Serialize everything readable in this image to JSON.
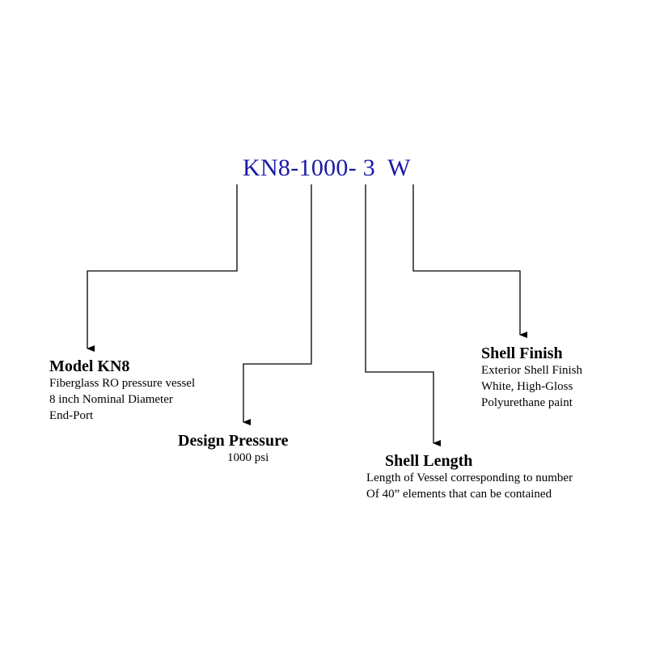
{
  "model_code": {
    "text": "KN8-1000- 3  W",
    "color": "#1a1aa6"
  },
  "callouts": [
    {
      "title": "Model KN8",
      "lines": [
        "Fiberglass RO pressure vessel",
        "8 inch Nominal Diameter",
        "End-Port"
      ]
    },
    {
      "title": "Design Pressure",
      "lines": [
        "1000 psi"
      ]
    },
    {
      "title": "Shell Length",
      "lines": [
        "Length of Vessel corresponding to number",
        "Of 40” elements that can be contained"
      ]
    },
    {
      "title": "Shell Finish",
      "lines": [
        "Exterior Shell Finish",
        "White, High-Gloss",
        "Polyurethane paint"
      ]
    }
  ]
}
